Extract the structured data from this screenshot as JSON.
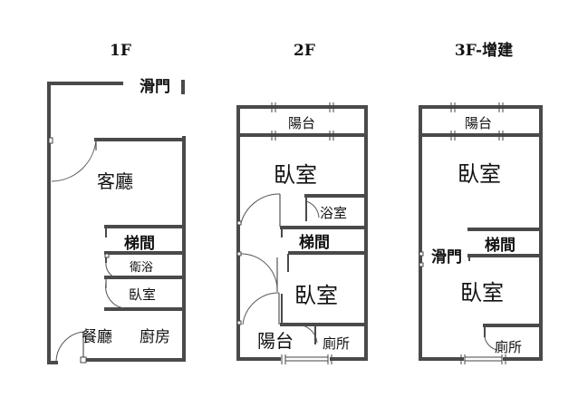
{
  "floors": [
    {
      "title": "1F",
      "labels": {
        "sliding_door": "滑門",
        "living_room": "客廳",
        "stairs": "梯間",
        "bathroom": "衛浴",
        "bedroom": "臥室",
        "dining_room": "餐廳",
        "kitchen": "廚房"
      }
    },
    {
      "title": "2F",
      "labels": {
        "balcony_top": "陽台",
        "bedroom_front": "臥室",
        "bathroom": "浴室",
        "stairs": "梯間",
        "bedroom_back": "臥室",
        "balcony_back": "陽台",
        "toilet": "廁所"
      }
    },
    {
      "title": "3F-增建",
      "labels": {
        "balcony_top": "陽台",
        "bedroom_front": "臥室",
        "sliding_door": "滑門",
        "stairs": "梯間",
        "bedroom_back": "臥室",
        "toilet": "廁所"
      }
    }
  ]
}
